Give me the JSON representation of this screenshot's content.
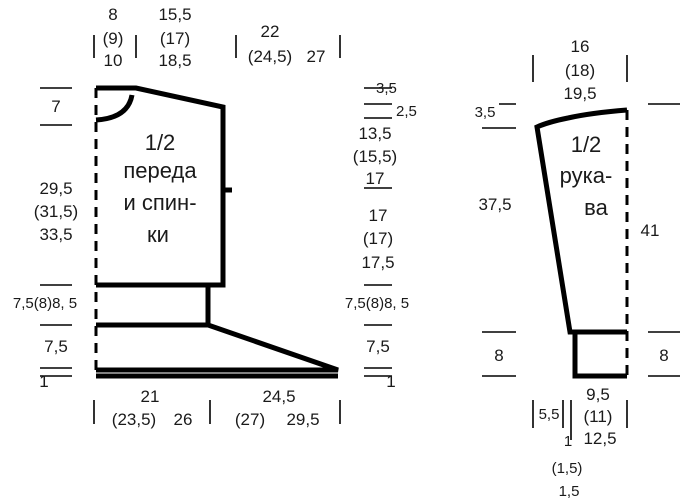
{
  "body": {
    "title": [
      "1/2",
      "переда",
      "и спин-",
      "ки"
    ],
    "top_left": [
      "8",
      "(9)",
      "10"
    ],
    "top_mid": [
      "15,5",
      "(17)",
      "18,5"
    ],
    "top_right": [
      "22",
      "(24,5)",
      "27"
    ],
    "left_side": {
      "neck_depth": "7",
      "height": [
        "29,5",
        "(31,5)",
        "33,5"
      ],
      "band": "7,5(8)8, 5",
      "flare": "7,5",
      "hem": "1"
    },
    "right_side": {
      "shoulder_1": "3,5",
      "shoulder_2": "2,5",
      "armhole": [
        "13,5",
        "(15,5)",
        "17"
      ],
      "side": [
        "17",
        "(17)",
        "17,5"
      ],
      "band": "7,5(8)8, 5",
      "flare": "7,5",
      "hem": "1"
    },
    "bottom_left": [
      "21",
      "(23,5)",
      "26"
    ],
    "bottom_right": [
      "24,5",
      "(27)",
      "29,5"
    ]
  },
  "sleeve": {
    "title": [
      "1/2",
      "рука-",
      "ва"
    ],
    "top": [
      "16",
      "(18)",
      "19,5"
    ],
    "cap": "3,5",
    "left_height": "37,5",
    "right_height": "41",
    "cuff_left": "8",
    "cuff_right": "8",
    "bottom_a": "5,5",
    "bottom_b": [
      "9,5",
      "(11)",
      "12,5"
    ],
    "bottom_c": [
      "1",
      "(1,5)",
      "1,5"
    ]
  }
}
